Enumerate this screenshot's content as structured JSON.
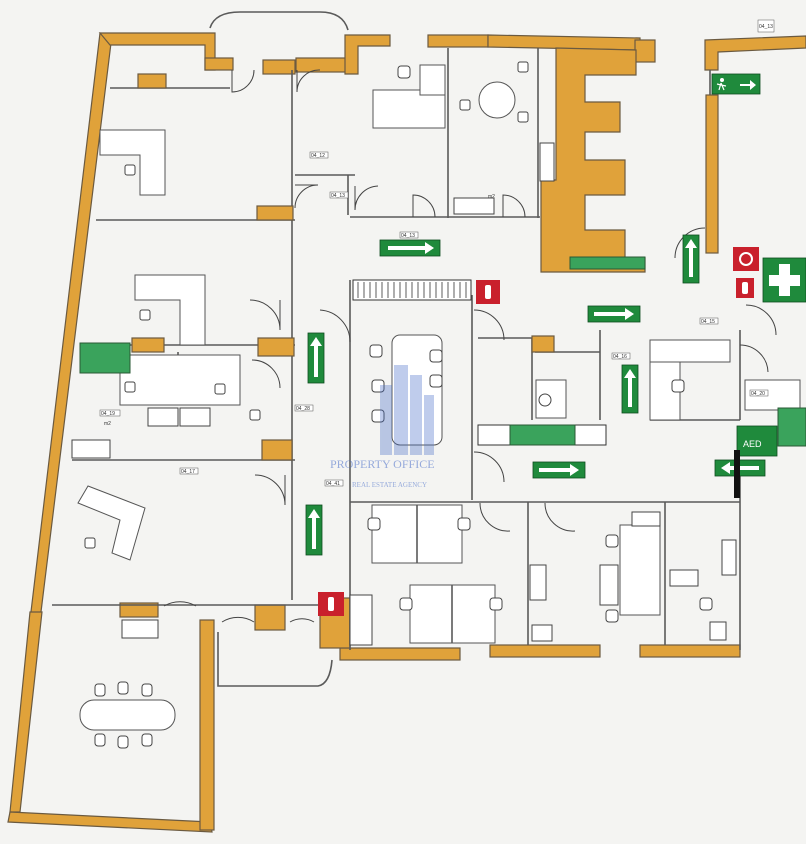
{
  "watermark": {
    "line1": "PROPERTY OFFICE",
    "line2": "REAL ESTATE AGENCY"
  },
  "signs": {
    "aed": "AED"
  },
  "room_tags": {
    "t1": "04_12",
    "t2": "04_13",
    "t3": "04_13",
    "t4": "m2",
    "t5": "04_15",
    "t6": "04_16",
    "t7": "04_28",
    "t8": "04_41",
    "t9": "04_17",
    "t10": "04_19",
    "t11": "04_20",
    "t12": "m2",
    "t13": "04_13"
  },
  "colors": {
    "wall": "#e0a23a",
    "exit_green": "#1f8a3c",
    "fire_red": "#c9202c",
    "watermark_blue": "#4a6fc9"
  }
}
